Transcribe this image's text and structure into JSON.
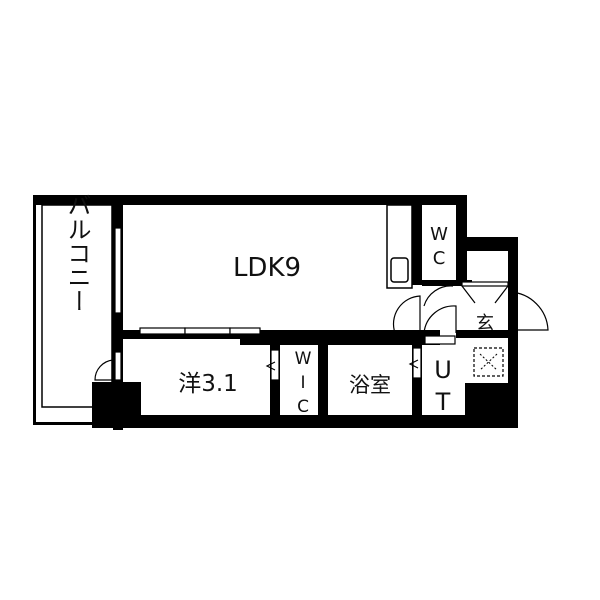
{
  "floorplan": {
    "rooms": {
      "balcony": "バルコニー",
      "ldk": "LDK9",
      "western_room": "洋3.1",
      "wic": [
        "W",
        "I",
        "C"
      ],
      "bath": "浴室",
      "wc": [
        "W",
        "C"
      ],
      "entrance": "玄",
      "utility": [
        "U",
        "T"
      ]
    },
    "colors": {
      "wall": "#000000",
      "background": "#ffffff"
    }
  }
}
